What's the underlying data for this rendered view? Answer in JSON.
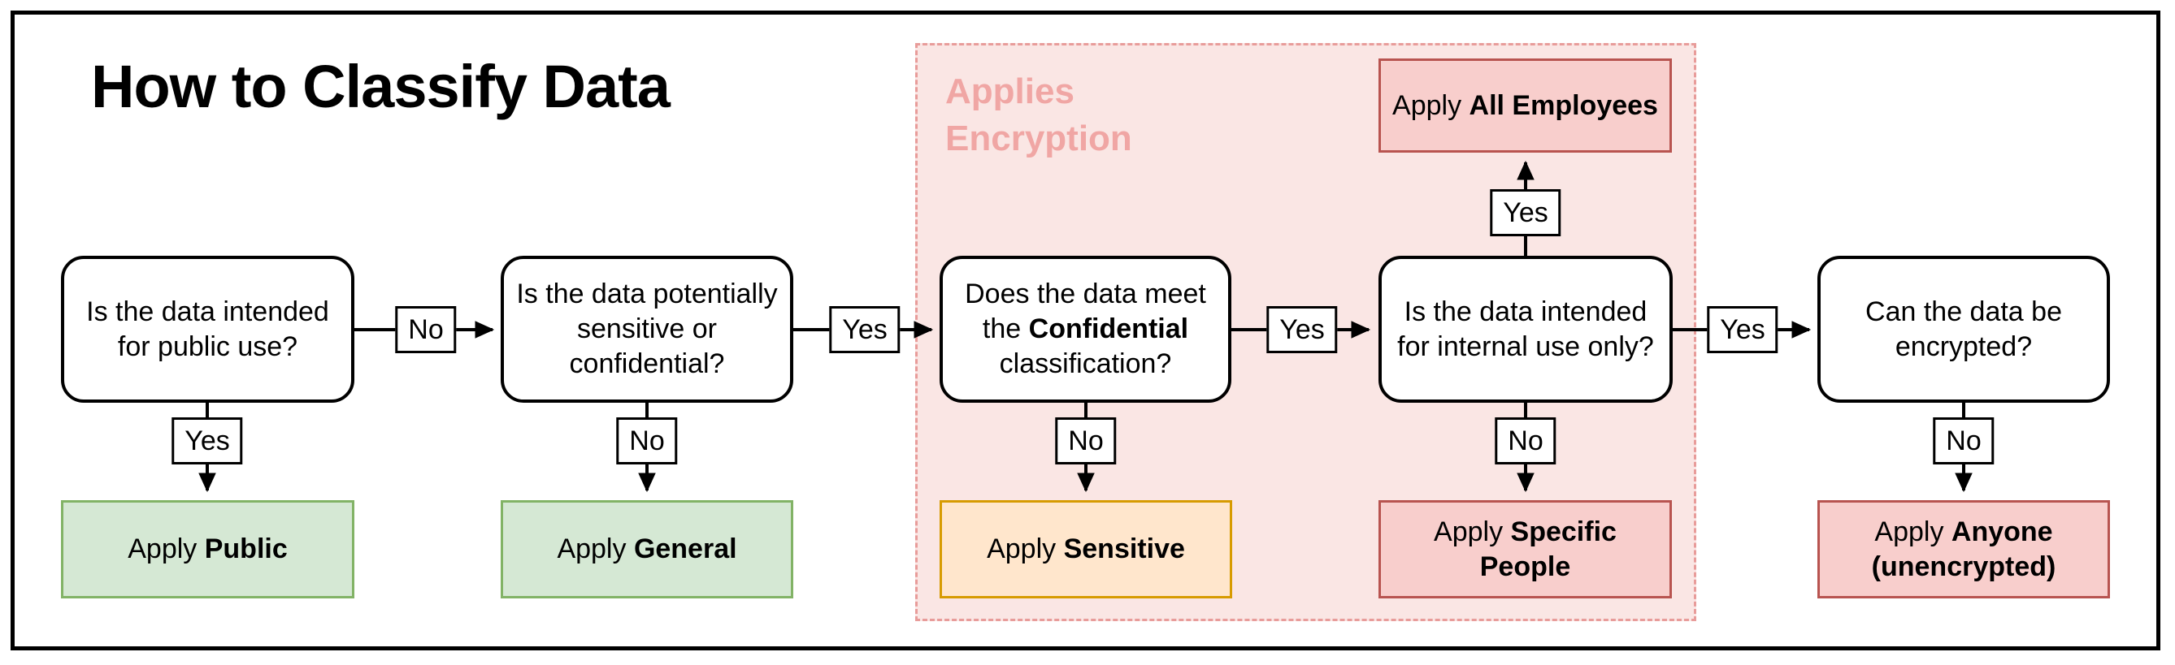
{
  "title": "How to Classify Data",
  "region": {
    "label": "Applies\nEncryption",
    "fill_color": "#fae6e4",
    "border_color": "#e89c9a",
    "label_color": "#f0a6a4"
  },
  "decisions": [
    {
      "text": "Is the data intended\nfor public use?"
    },
    {
      "text": "Is the data potentially\nsensitive or\nconfidential?"
    },
    {
      "pre": "Does the data meet\nthe ",
      "bold": "Confidential",
      "post": "\nclassification?"
    },
    {
      "text": "Is the data intended\nfor internal use only?"
    },
    {
      "text": "Can the data be\nencrypted?"
    }
  ],
  "results": [
    {
      "pre": "Apply ",
      "bold": "Public",
      "color_scheme": "green"
    },
    {
      "pre": "Apply ",
      "bold": "General",
      "color_scheme": "green"
    },
    {
      "pre": "Apply ",
      "bold": "Sensitive",
      "color_scheme": "orange"
    },
    {
      "pre": "Apply ",
      "bold": "Specific\nPeople",
      "color_scheme": "red"
    },
    {
      "pre": "Apply ",
      "bold": "Anyone\n(unencrypted)",
      "color_scheme": "red"
    },
    {
      "pre": "Apply ",
      "bold": "All Employees",
      "color_scheme": "red"
    }
  ],
  "edge_labels": {
    "h1": "No",
    "h2": "Yes",
    "h3": "Yes",
    "h4": "Yes",
    "v1": "Yes",
    "v2": "No",
    "v3": "No",
    "v4": "No",
    "v5": "No",
    "v4_up": "Yes"
  },
  "colors": {
    "green_fill": "#d5e8d4",
    "green_border": "#82b366",
    "orange_fill": "#ffe6cc",
    "orange_border": "#d79b00",
    "red_fill": "#f8cecc",
    "red_border": "#b85450",
    "line": "#000000"
  }
}
